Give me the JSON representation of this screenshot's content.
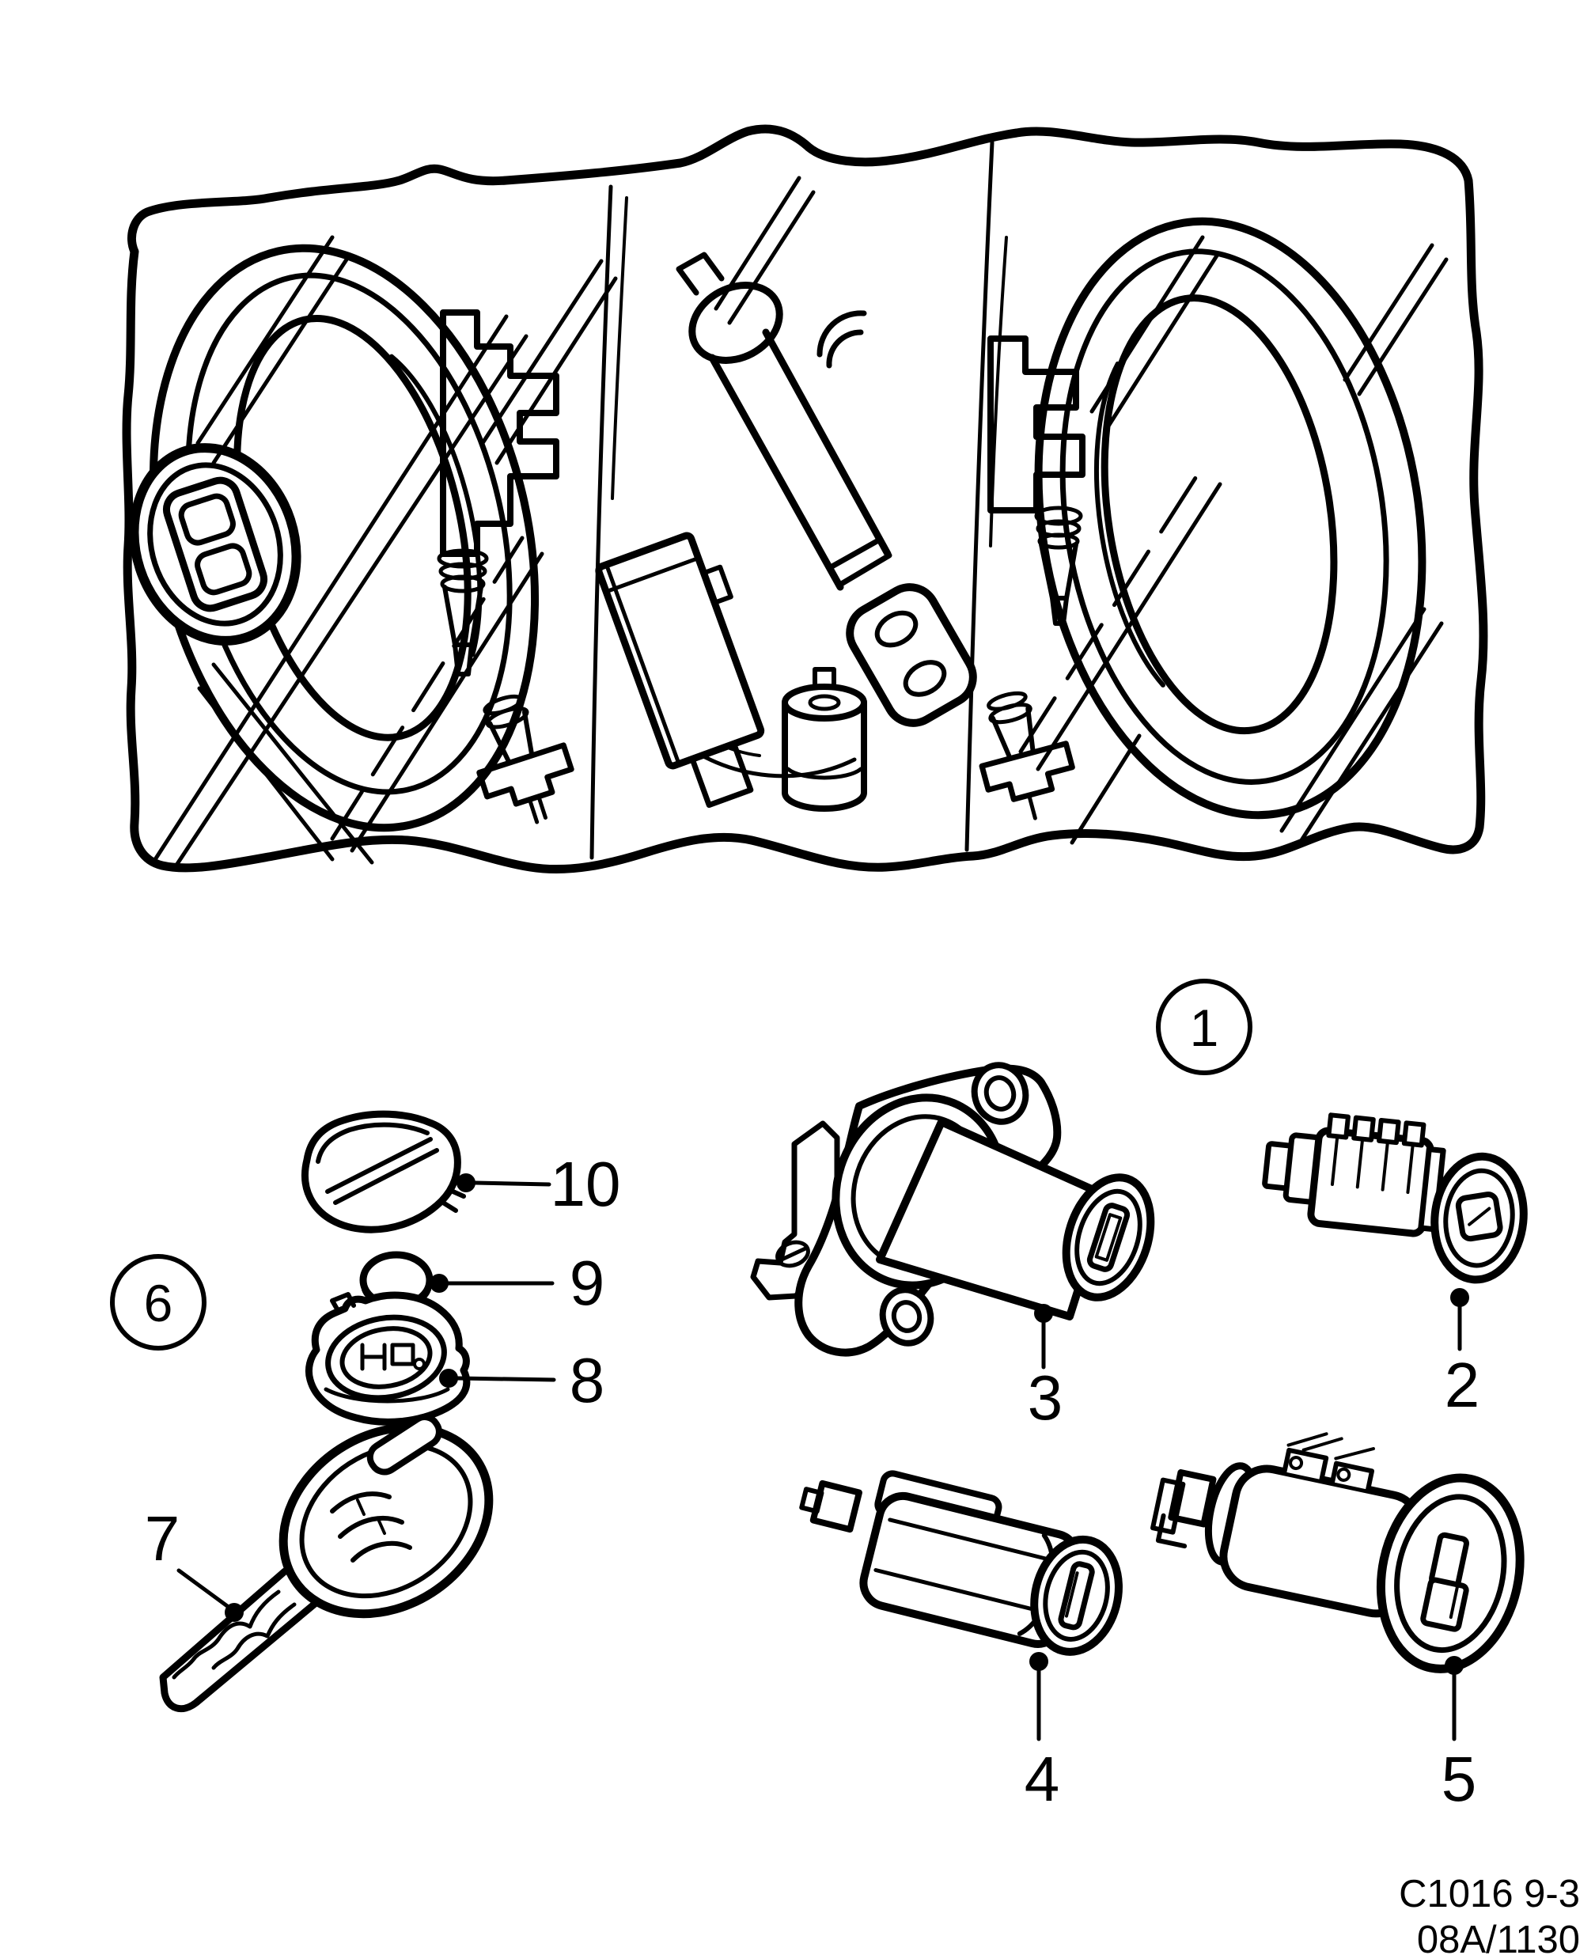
{
  "colors": {
    "ink": "#000000",
    "paper": "#ffffff"
  },
  "callouts": {
    "c1": "1",
    "c2": "2",
    "c3": "3",
    "c4": "4",
    "c5": "5",
    "c6": "6",
    "c7": "7",
    "c8": "8",
    "c9": "9",
    "c10": "10"
  },
  "caption": {
    "line1": "C1016 9-3",
    "line2": "08A/1130"
  }
}
